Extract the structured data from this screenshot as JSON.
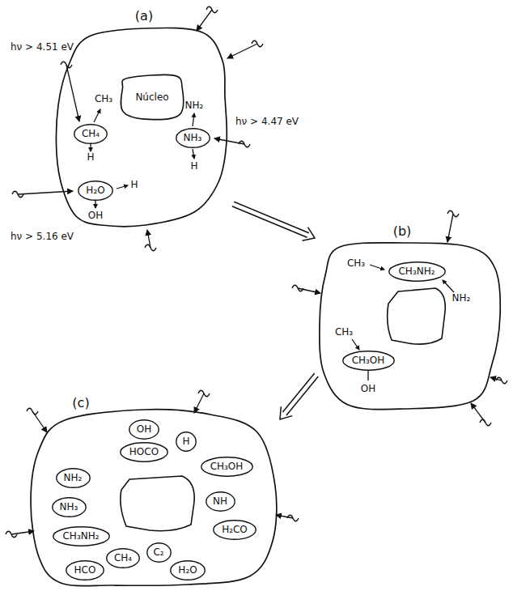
{
  "diagram": {
    "nodes": [
      {
        "text": [
          "(a)"
        ]
      },
      {
        "text": [
          "Núcleo"
        ],
        "in": 0
      },
      {
        "text": [
          "CH₄"
        ],
        "in": 0
      },
      {
        "text": [
          "NH₃"
        ],
        "in": 0
      },
      {
        "text": [
          "H₂O"
        ],
        "in": 0
      },
      {
        "text": [
          "(b)"
        ]
      },
      {
        "text": [
          "CH₃NH₂"
        ],
        "in": 5
      },
      {
        "text": [
          "CH₃OH"
        ],
        "in": 5
      },
      {
        "text": [
          "(c)"
        ]
      },
      {
        "text": [
          "OH"
        ],
        "in": 8
      },
      {
        "text": [
          "HOCO"
        ],
        "in": 8
      },
      {
        "text": [
          "H"
        ],
        "in": 8
      },
      {
        "text": [
          "NH₂"
        ],
        "in": 8
      },
      {
        "text": [
          "CH₃OH"
        ],
        "in": 8
      },
      {
        "text": [
          "NH₃"
        ],
        "in": 8
      },
      {
        "text": [
          "NH"
        ],
        "in": 8
      },
      {
        "text": [
          "CH₃NH₂"
        ],
        "in": 8
      },
      {
        "text": [
          "CH₄"
        ],
        "in": 8
      },
      {
        "text": [
          "C₂"
        ],
        "in": 8
      },
      {
        "text": [
          "HCO"
        ],
        "in": 8
      },
      {
        "text": [
          "H₂O"
        ],
        "in": 8
      },
      {
        "text": [
          "H₂CO"
        ],
        "in": 8
      }
    ],
    "edges": [
      {
        "from": 0,
        "to": 5,
        "arrow": "to"
      },
      {
        "from": 5,
        "to": 8,
        "arrow": "to"
      }
    ],
    "labels": [
      "hν > 4.51 eV",
      "CH₃",
      "H",
      "NH₂",
      "H",
      "hν > 4.47 eV",
      "H",
      "OH",
      "hν > 5.16 eV",
      "CH₃",
      "NH₂",
      "CH₃",
      "OH"
    ]
  }
}
